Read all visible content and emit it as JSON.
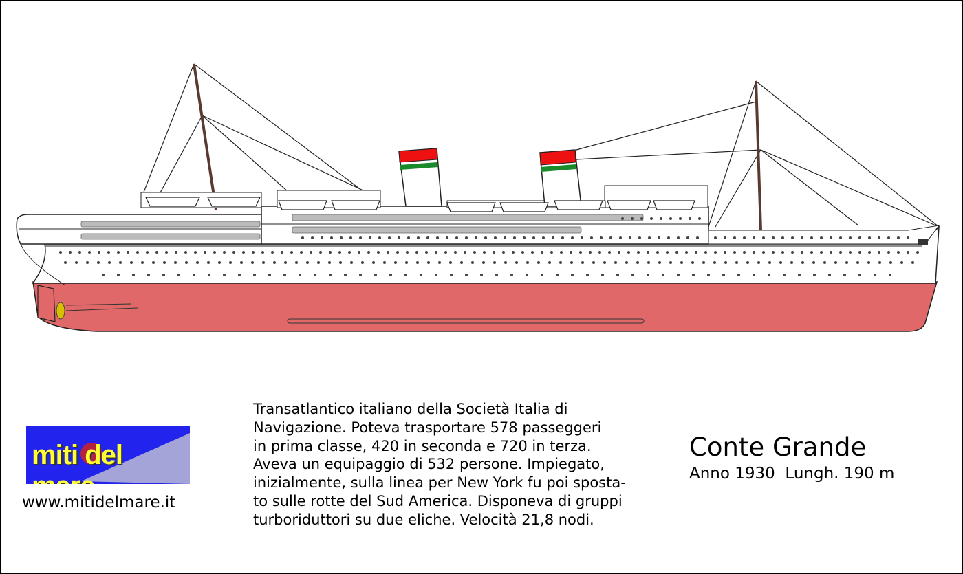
{
  "logo": {
    "text": "miti del mare"
  },
  "website": "www.mitidelmare.it",
  "description": [
    "Transatlantico italiano della Società Italia di",
    "Navigazione. Poteva trasportare 578 passeggeri",
    "in prima classe, 420 in seconda e 720 in terza.",
    "Aveva un equipaggio di 532 persone. Impiegato,",
    "inizialmente, sulla linea per New York fu poi sposta-",
    "to sulle rotte del Sud America. Disponeva di gruppi",
    "turboriduttori su due eliche. Velocità 21,8 nodi."
  ],
  "ship": {
    "name": "Conte Grande",
    "info": "Anno 1930  Lungh. 190 m",
    "colors": {
      "hull": "#e06868",
      "superstructure": "#ffffff",
      "funnel_top": "#ee1111",
      "funnel_band": "#1a8a2a",
      "lifeboat": "#bbbbbb"
    }
  }
}
